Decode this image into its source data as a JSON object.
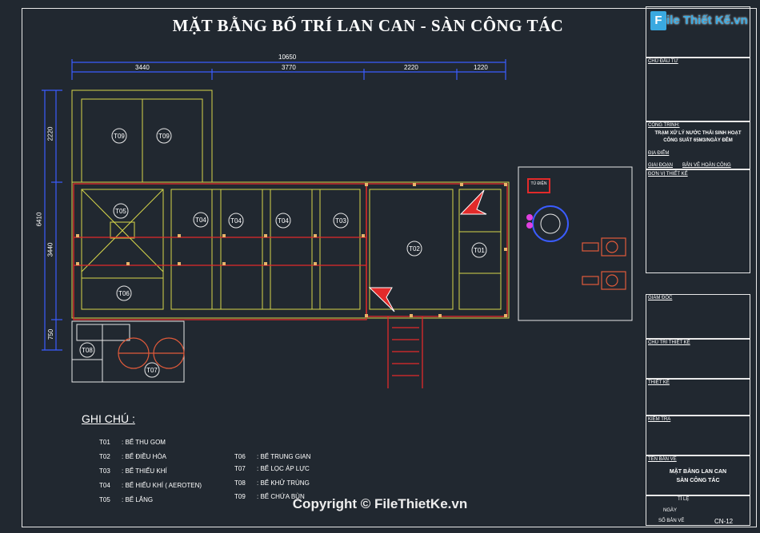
{
  "title": "MẶT BẰNG BỐ TRÍ LAN CAN - SÀN CÔNG TÁC",
  "dimensions": {
    "total_width": "10650",
    "segments": [
      "3440",
      "3770",
      "2220",
      "1220"
    ],
    "total_height": "6410",
    "v_segments": [
      "2220",
      "3440",
      "750"
    ]
  },
  "tanks": {
    "t09a": "T09",
    "t09b": "T09",
    "t05": "T05",
    "t06": "T06",
    "t04a": "T04",
    "t04b": "T04",
    "t04c": "T04",
    "t03": "T03",
    "t02": "T02",
    "t01": "T01",
    "t08": "T08",
    "t07": "T07"
  },
  "equipment": {
    "panel_label": "TỦ ĐIỆN"
  },
  "notes": {
    "heading": "GHI CHÚ :",
    "left": [
      {
        "code": "T01",
        "text": ": BỂ THU GOM"
      },
      {
        "code": "T02",
        "text": ": BỂ ĐIỀU HÒA"
      },
      {
        "code": "T03",
        "text": ": BỂ THIẾU KHÍ"
      },
      {
        "code": "T04",
        "text": ": BỂ HIẾU KHÍ ( AEROTEN)"
      },
      {
        "code": "T05",
        "text": ": BỂ LẮNG"
      }
    ],
    "right": [
      {
        "code": "T06",
        "text": ": BỂ TRUNG GIAN"
      },
      {
        "code": "T07",
        "text": ": BỂ LỌC ÁP LỰC"
      },
      {
        "code": "T08",
        "text": ": BỂ KHỬ TRÙNG"
      },
      {
        "code": "T09",
        "text": ": BỂ CHỨA BÙN"
      }
    ]
  },
  "watermark": "Copyright © FileThietKe.vn",
  "logo": {
    "letter": "F",
    "text": "ile Thiết Kế.vn"
  },
  "title_block": {
    "chu_dau_tu": "CHỦ ĐẦU TƯ",
    "cong_trinh": "CÔNG TRÌNH:",
    "project_line1": "TRẠM XỬ LÝ NƯỚC THẢI SINH HOẠT",
    "project_line2": "CÔNG SUẤT 65M3/NGÀY ĐÊM",
    "dia_diem": "ĐỊA ĐIỂM",
    "giai_doan": "GIAI ĐOẠN",
    "giai_doan_value": "BẢN VẼ HOÀN CÔNG",
    "don_vi": "ĐƠN VỊ THIẾT KẾ",
    "giam_doc": "GIÁM ĐỐC",
    "chu_tri": "CHỦ TRÌ THIẾT KẾ",
    "thiet_ke": "THIẾT KẾ",
    "kiem_tra": "KIỂM TRA",
    "ten_ban_ve": "TÊN BẢN VẼ",
    "drawing_line1": "MẶT BẰNG LAN CAN",
    "drawing_line2": "SÀN CÔNG TÁC",
    "ti_le": "TỈ LỆ",
    "ngay": "NGÀY",
    "so_ban_ve": "SỐ BẢN VẼ",
    "sheet_no": "CN-12"
  }
}
